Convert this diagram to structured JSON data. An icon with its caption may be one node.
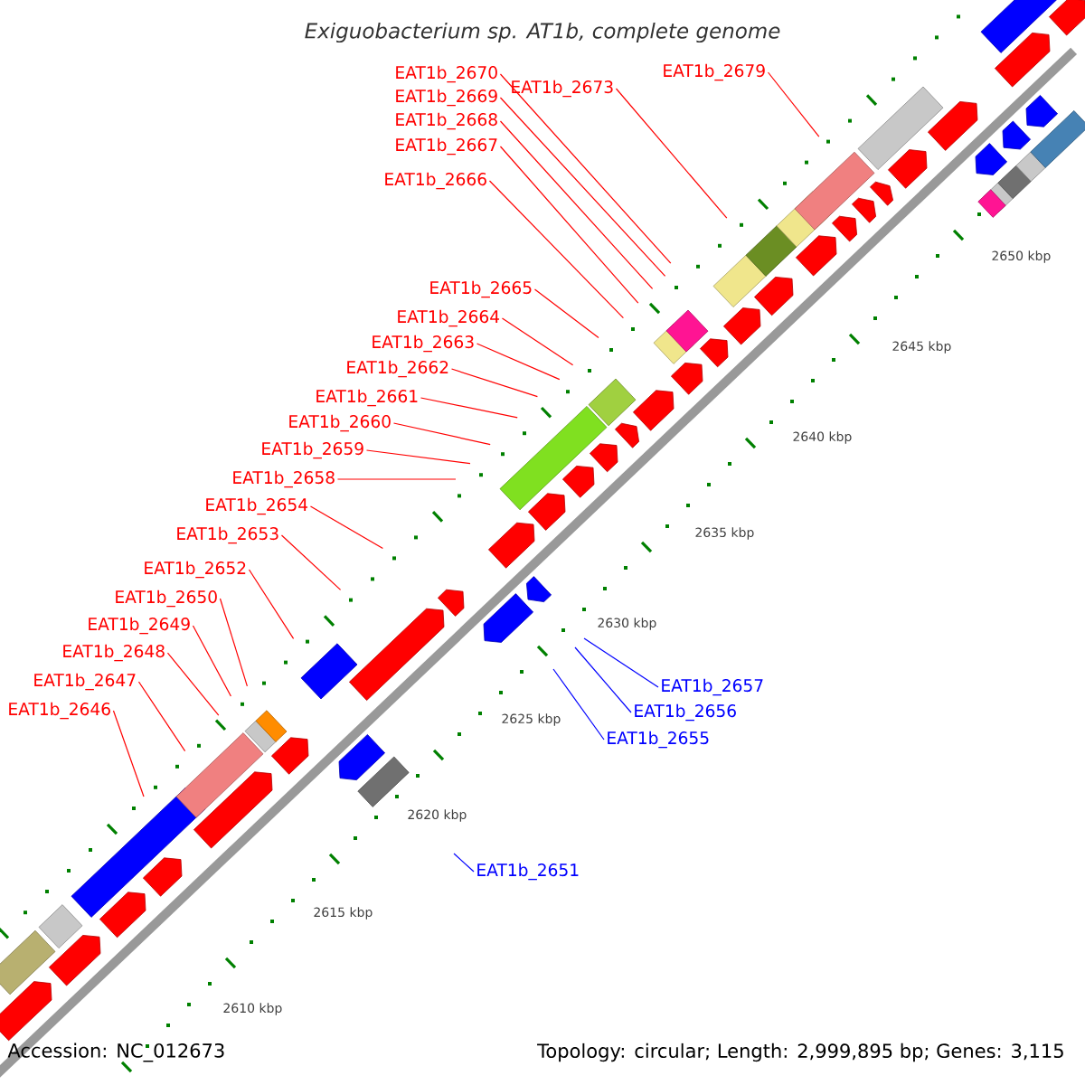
{
  "diagram": {
    "title": "Exiguobacterium sp. AT1b, complete genome",
    "nodes": [
      {
        "text": [
          "EAT1b_2679"
        ]
      },
      {
        "text": [
          "EAT1b_2670"
        ]
      },
      {
        "text": [
          "EAT1b_2673"
        ]
      },
      {
        "text": [
          "EAT1b_2669"
        ]
      },
      {
        "text": [
          "EAT1b_2668"
        ]
      },
      {
        "text": [
          "EAT1b_2667"
        ]
      },
      {
        "text": [
          "EAT1b_2666"
        ]
      },
      {
        "text": [
          "EAT1b_2665"
        ]
      },
      {
        "text": [
          "EAT1b_2664"
        ]
      },
      {
        "text": [
          "EAT1b_2663"
        ]
      },
      {
        "text": [
          "EAT1b_2662"
        ]
      },
      {
        "text": [
          "EAT1b_2661"
        ]
      },
      {
        "text": [
          "EAT1b_2660"
        ]
      },
      {
        "text": [
          "EAT1b_2659"
        ]
      },
      {
        "text": [
          "EAT1b_2658"
        ]
      },
      {
        "text": [
          "EAT1b_2654"
        ]
      },
      {
        "text": [
          "EAT1b_2653"
        ]
      },
      {
        "text": [
          "EAT1b_2652"
        ]
      },
      {
        "text": [
          "EAT1b_2650"
        ]
      },
      {
        "text": [
          "EAT1b_2649"
        ]
      },
      {
        "text": [
          "EAT1b_2648"
        ]
      },
      {
        "text": [
          "EAT1b_2647"
        ]
      },
      {
        "text": [
          "EAT1b_2646"
        ]
      },
      {
        "text": [
          "EAT1b_2657"
        ]
      },
      {
        "text": [
          "EAT1b_2656"
        ]
      },
      {
        "text": [
          "EAT1b_2655"
        ]
      },
      {
        "text": [
          "EAT1b_2651"
        ]
      }
    ],
    "edges": [
      {
        "from": 0,
        "to": null,
        "arrow": "none"
      },
      {
        "from": 1,
        "to": null,
        "arrow": "none"
      },
      {
        "from": 2,
        "to": null,
        "arrow": "none"
      },
      {
        "from": 3,
        "to": null,
        "arrow": "none"
      },
      {
        "from": 4,
        "to": null,
        "arrow": "none"
      },
      {
        "from": 5,
        "to": null,
        "arrow": "none"
      },
      {
        "from": 6,
        "to": null,
        "arrow": "none"
      },
      {
        "from": 7,
        "to": null,
        "arrow": "none"
      },
      {
        "from": 8,
        "to": null,
        "arrow": "none"
      },
      {
        "from": 9,
        "to": null,
        "arrow": "none"
      },
      {
        "from": 10,
        "to": null,
        "arrow": "none"
      },
      {
        "from": 11,
        "to": null,
        "arrow": "none"
      },
      {
        "from": 12,
        "to": null,
        "arrow": "none"
      },
      {
        "from": 13,
        "to": null,
        "arrow": "none"
      },
      {
        "from": 14,
        "to": null,
        "arrow": "none"
      },
      {
        "from": 15,
        "to": null,
        "arrow": "none"
      },
      {
        "from": 16,
        "to": null,
        "arrow": "none"
      },
      {
        "from": 17,
        "to": null,
        "arrow": "none"
      },
      {
        "from": 18,
        "to": null,
        "arrow": "none"
      },
      {
        "from": 19,
        "to": null,
        "arrow": "none"
      },
      {
        "from": 20,
        "to": null,
        "arrow": "none"
      },
      {
        "from": 21,
        "to": null,
        "arrow": "none"
      },
      {
        "from": 22,
        "to": null,
        "arrow": "none"
      },
      {
        "from": 23,
        "to": null,
        "arrow": "none",
        "color": "#0000ff"
      },
      {
        "from": 24,
        "to": null,
        "arrow": "none",
        "color": "#0000ff"
      },
      {
        "from": 25,
        "to": null,
        "arrow": "none",
        "color": "#0000ff"
      },
      {
        "from": 26,
        "to": null,
        "arrow": "none",
        "color": "#0000ff"
      }
    ],
    "labels": [
      "2650 kbp",
      "2645 kbp",
      "2640 kbp",
      "2635 kbp",
      "2630 kbp",
      "2625 kbp",
      "2620 kbp",
      "2615 kbp",
      "2610 kbp",
      "Accession: NC_012673",
      "Topology: circular; Length: 2,999,895 bp; Genes: 3,115"
    ]
  }
}
